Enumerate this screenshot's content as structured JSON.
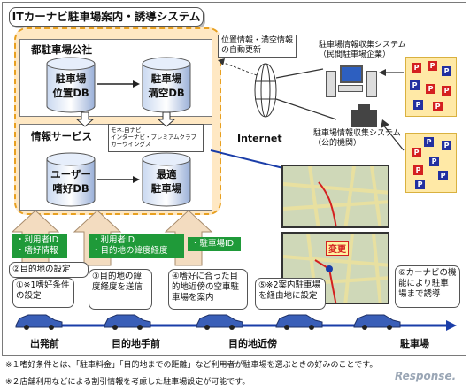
{
  "title": "ITカーナビ駐車場案内・誘導システム",
  "org": {
    "name": "都駐車場公社",
    "db1": [
      "駐車場",
      "位置DB"
    ],
    "db2": [
      "駐車場",
      "満空DB"
    ],
    "info_service": "情報サービス",
    "partners": [
      "モネ.自ナビ",
      "インターナビ・プレミアムクラブ",
      "カーウイングス"
    ],
    "db3": [
      "ユーザー",
      "嗜好DB"
    ],
    "db4": [
      "最適",
      "駐車場"
    ]
  },
  "update_note": [
    "位置情報・満空情報",
    "の自動更新"
  ],
  "internet": "Internet",
  "private_system": [
    "駐車場情報収集システム",
    "（民間駐車場企業）"
  ],
  "public_system": [
    "駐車場情報収集システム",
    "（公的機関）"
  ],
  "parking_icon_letter": "P",
  "change_label": "変更",
  "green_boxes": {
    "g1": [
      "・利用者ID",
      "・嗜好情報"
    ],
    "g2": [
      "・利用者ID",
      "・目的地の緯度経度"
    ],
    "g3": [
      "・駐車場ID"
    ]
  },
  "steps": {
    "s2": "②目的地の設定",
    "s1": "①※1嗜好条件の設定",
    "s3": "③目的地の緯度経度を送信",
    "s4": "④嗜好に合った目的地近傍の空車駐車場を案内",
    "s5": "⑤※2案内駐車場を経由地に設定",
    "s6": "⑥カーナビの機能により駐車場まで誘導"
  },
  "timeline": [
    "出発前",
    "目的地手前",
    "目的地近傍",
    "駐車場"
  ],
  "footnotes": [
    "※１嗜好条件とは、「駐車料金」「目的地までの距離」など利用者が駐車場を選ぶときの好みのことです。",
    "※２店舗利用などによる割引情報を考慮した駐車場設定が可能です。"
  ],
  "watermark": "Response.",
  "colors": {
    "accent_green": "#1f9a39",
    "org_fill": "#ffe8c3",
    "org_border": "#e8a020",
    "arrow_blue": "#1a3da8"
  }
}
